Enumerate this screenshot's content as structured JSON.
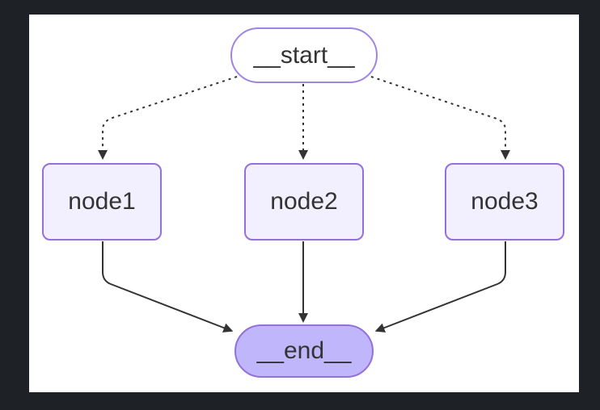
{
  "diagram": {
    "kind": "flowchart",
    "direction": "top-down",
    "nodes": [
      {
        "id": "__start__",
        "label": "__start__",
        "shape": "stadium",
        "role": "start"
      },
      {
        "id": "node1",
        "label": "node1",
        "shape": "rounded-rect",
        "role": "step"
      },
      {
        "id": "node2",
        "label": "node2",
        "shape": "rounded-rect",
        "role": "step"
      },
      {
        "id": "node3",
        "label": "node3",
        "shape": "rounded-rect",
        "role": "step"
      },
      {
        "id": "__end__",
        "label": "__end__",
        "shape": "stadium",
        "role": "end"
      }
    ],
    "edges": [
      {
        "from": "__start__",
        "to": "node1",
        "style": "dotted",
        "arrow": "filled-triangle"
      },
      {
        "from": "__start__",
        "to": "node2",
        "style": "dotted",
        "arrow": "filled-triangle"
      },
      {
        "from": "__start__",
        "to": "node3",
        "style": "dotted",
        "arrow": "filled-triangle"
      },
      {
        "from": "node1",
        "to": "__end__",
        "style": "solid",
        "arrow": "filled-triangle"
      },
      {
        "from": "node2",
        "to": "__end__",
        "style": "solid",
        "arrow": "filled-triangle"
      },
      {
        "from": "node3",
        "to": "__end__",
        "style": "solid",
        "arrow": "filled-triangle"
      }
    ]
  },
  "colors": {
    "frame_bg": "#1e2126",
    "canvas_bg": "#ffffff",
    "node_border": "#9370DB",
    "start_border": "#9f85e3",
    "node_fill": "#f2f0ff",
    "start_fill": "#ffffff",
    "end_fill": "#bfb6fc",
    "label_color": "#333333",
    "edge_color": "#333333"
  }
}
